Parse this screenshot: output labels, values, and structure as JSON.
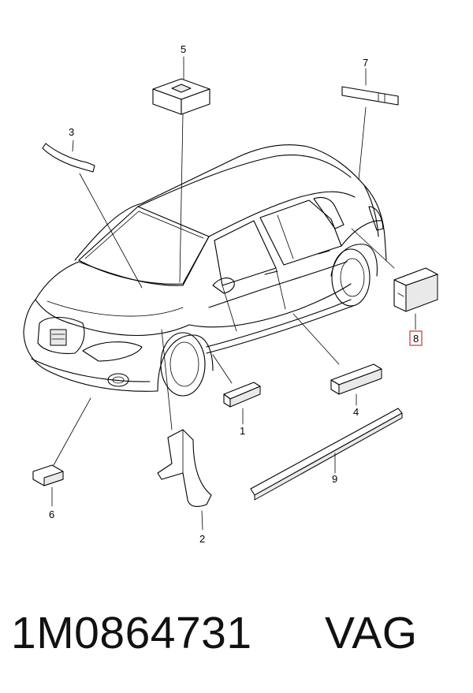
{
  "callouts": {
    "c1": "1",
    "c2": "2",
    "c3": "3",
    "c4": "4",
    "c5": "5",
    "c6": "6",
    "c7": "7",
    "c8": "8",
    "c9": "9"
  },
  "highlighted_callout": "8",
  "colors": {
    "highlight": "#d0342c",
    "line": "#000000",
    "background": "#ffffff"
  },
  "footer": {
    "part_number": "1M0864731",
    "brand": "VAG"
  }
}
